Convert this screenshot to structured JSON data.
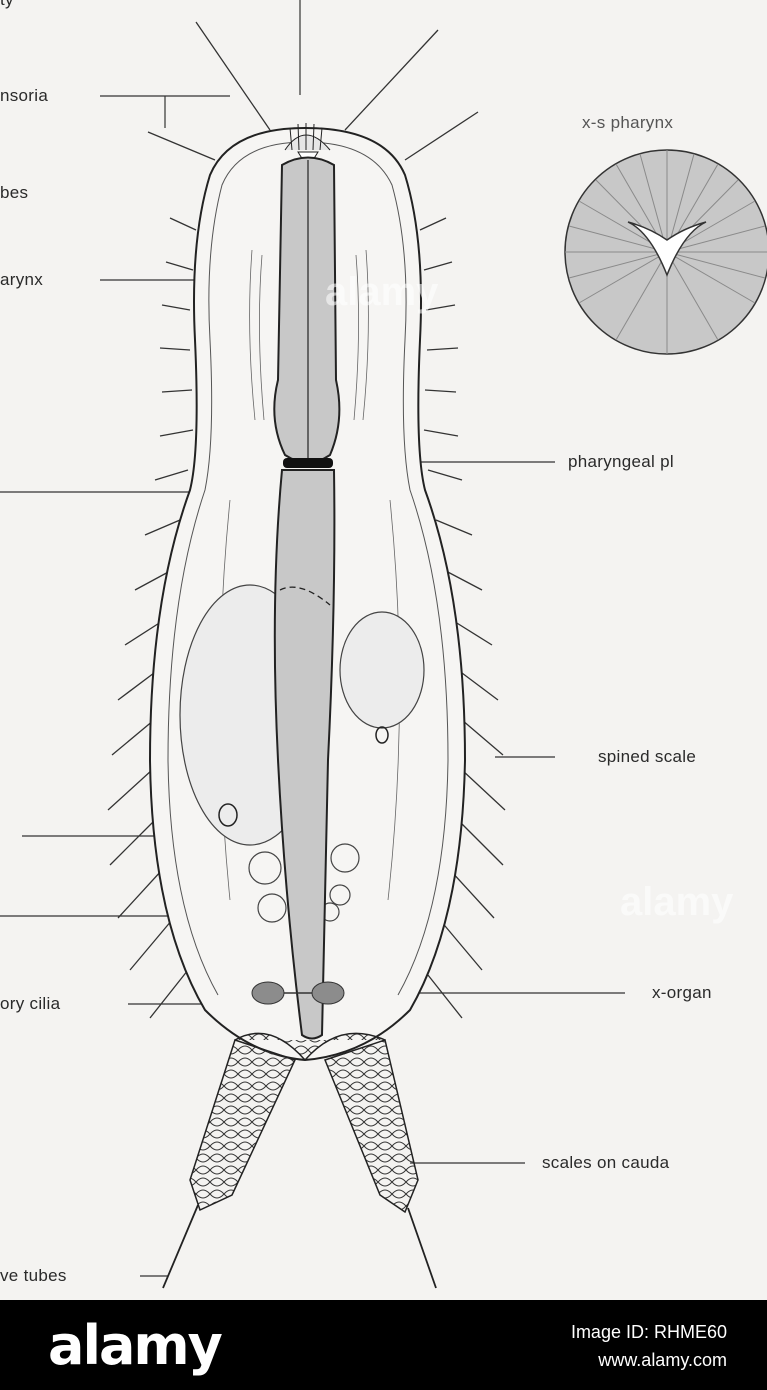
{
  "diagram": {
    "labels": {
      "top_left_ty": "ty",
      "ansoria": "nsoria",
      "tubes_top": "bes",
      "pharynx": "arynx",
      "xs_pharynx": "x-s pharynx",
      "pharyngeal_plug": "pharyngeal pl",
      "spined_scales": "spined scale",
      "x_organ": "x-organ",
      "sensory_cilia": "ory cilia",
      "scales_on_caudal": "scales on cauda",
      "adhesive_tubes": "ve tubes"
    }
  },
  "watermark": {
    "text": "alamy"
  },
  "footer": {
    "brand": "alamy",
    "image_id": "Image ID: RHME60",
    "site_url": "www.alamy.com"
  },
  "colors": {
    "figure_background": "#f4f3f1",
    "organ_fill": "#c8c8c8",
    "footer_background": "#000000"
  }
}
